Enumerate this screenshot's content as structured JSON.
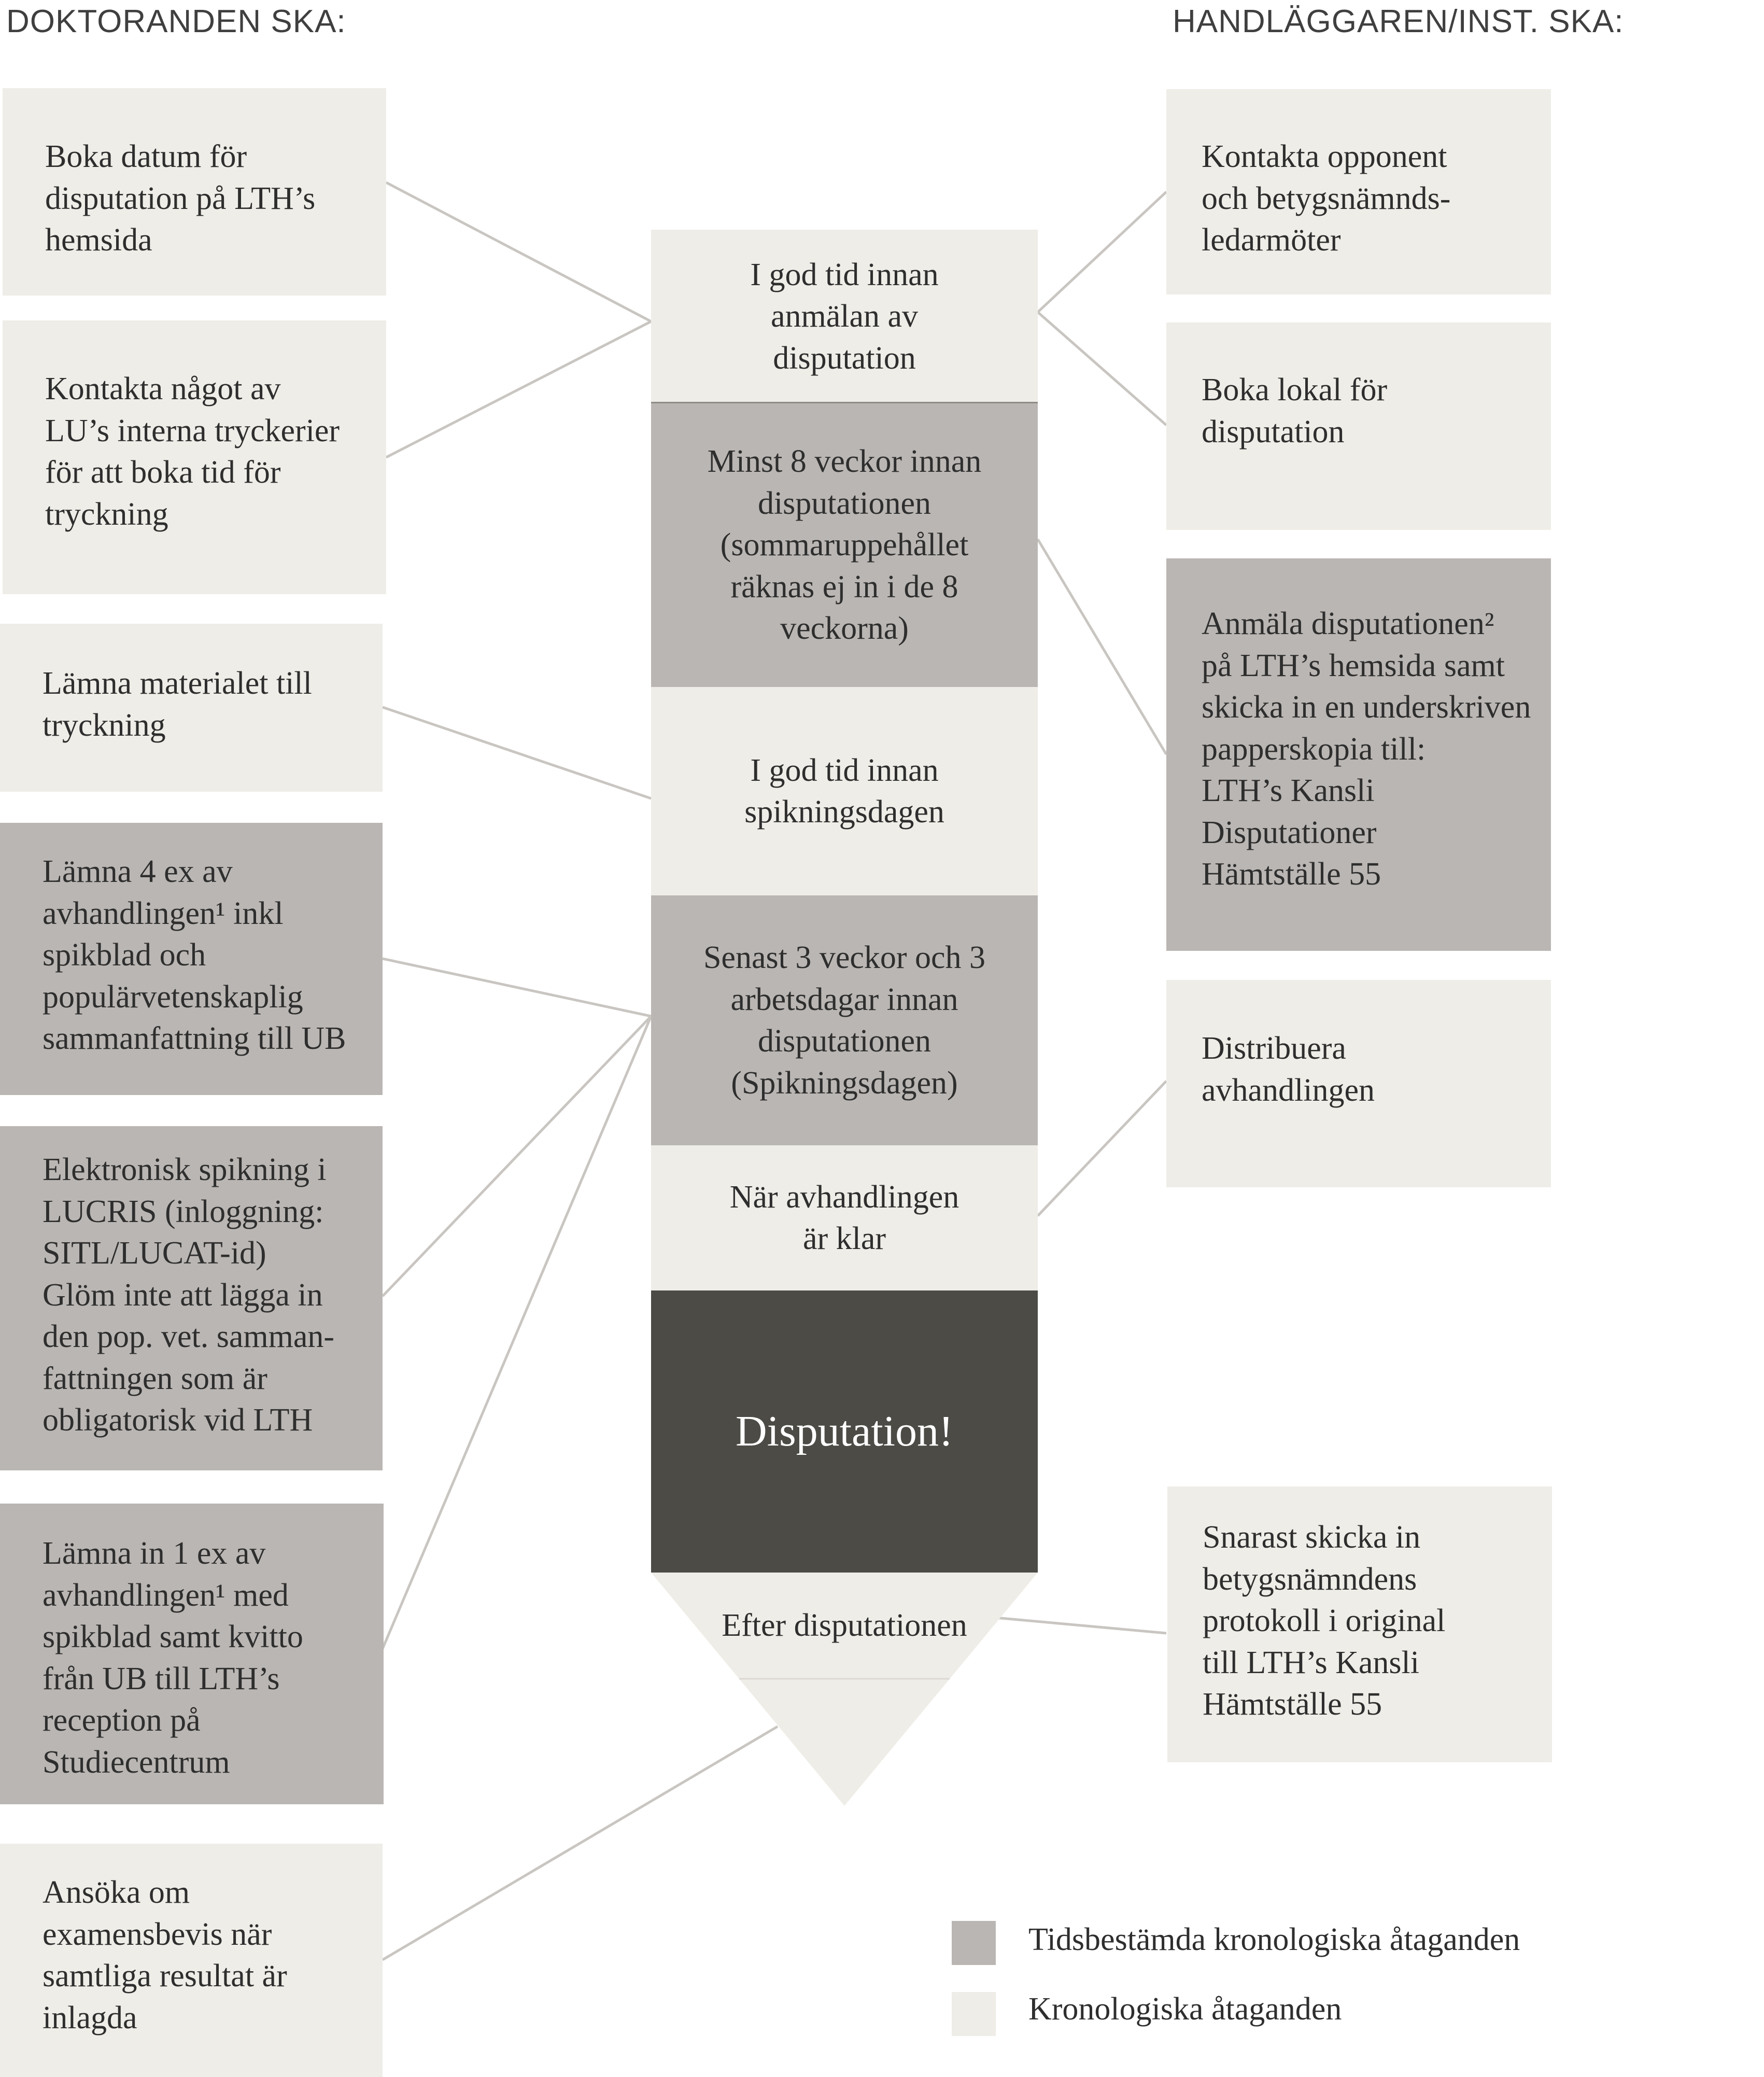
{
  "headers": {
    "left": "DOKTORANDEN SKA:",
    "right": "HANDLÄGGAREN/INST. SKA:"
  },
  "timeline": [
    {
      "text": "I god tid innan\nanmälan av\ndisputation",
      "kind": "untimed"
    },
    {
      "text": "Minst 8 veckor innan\ndisputationen\n(sommaruppehållet\nräknas ej in i de 8\nveckorna)",
      "kind": "timed"
    },
    {
      "text": "I god tid innan\nspikningsdagen",
      "kind": "untimed"
    },
    {
      "text": "Senast 3 veckor och 3\narbetsdagar innan\ndisputationen\n(Spikningsdagen)",
      "kind": "timed"
    },
    {
      "text": "När avhandlingen\när klar",
      "kind": "untimed"
    },
    {
      "text": "Disputation!",
      "kind": "event"
    },
    {
      "text": "Efter disputationen",
      "kind": "untimed"
    }
  ],
  "doctoral_tasks": [
    {
      "text": "Boka datum för\ndisputation på LTH’s\nhemsida",
      "kind": "untimed"
    },
    {
      "text": "Kontakta något av\nLU’s interna tryckerier\nför att boka tid för\ntryckning",
      "kind": "untimed"
    },
    {
      "text": "Lämna materialet till\ntryckning",
      "kind": "untimed"
    },
    {
      "text": "Lämna 4 ex av\navhandlingen¹ inkl\nspikblad och\npopulärvetenskaplig\nsammanfattning till UB",
      "kind": "timed"
    },
    {
      "text": "Elektronisk spikning i\nLUCRIS (inloggning:\nSITL/LUCAT-id)\nGlöm inte att lägga in\nden pop. vet. samman-\nfattningen som är\nobligatorisk vid LTH",
      "kind": "timed"
    },
    {
      "text": "Lämna in 1 ex av\navhandlingen¹ med\nspikblad samt kvitto\nfrån UB till LTH’s\nreception på\nStudiecentrum",
      "kind": "timed"
    },
    {
      "text": "Ansöka om\nexamensbevis när\nsamtliga resultat är\ninlagda",
      "kind": "untimed"
    }
  ],
  "administrator_tasks": [
    {
      "text": "Kontakta opponent\noch betygsnämnds-\nledarmöter",
      "kind": "untimed"
    },
    {
      "text": "Boka lokal för\ndisputation",
      "kind": "untimed"
    },
    {
      "text": "Anmäla disputationen²\npå LTH’s hemsida samt\nskicka in en underskriven\npapperskopia till:\nLTH’s Kansli\nDisputationer\nHämtställe 55",
      "kind": "timed"
    },
    {
      "text": "Distribuera\navhandlingen",
      "kind": "untimed"
    },
    {
      "text": "Snarast skicka in\nbetygsnämndens\nprotokoll i original\ntill LTH’s Kansli\nHämtställe 55",
      "kind": "untimed"
    }
  ],
  "legend": [
    {
      "label": "Tidsbestämda kronologiska åtaganden",
      "color": "#bab6b3"
    },
    {
      "label": "Kronologiska åtaganden",
      "color": "#efede7"
    }
  ],
  "colors": {
    "timed": "#bab6b3",
    "untimed": "#efede7",
    "event": "#4c4b46",
    "connector": "#c9c6c2"
  }
}
